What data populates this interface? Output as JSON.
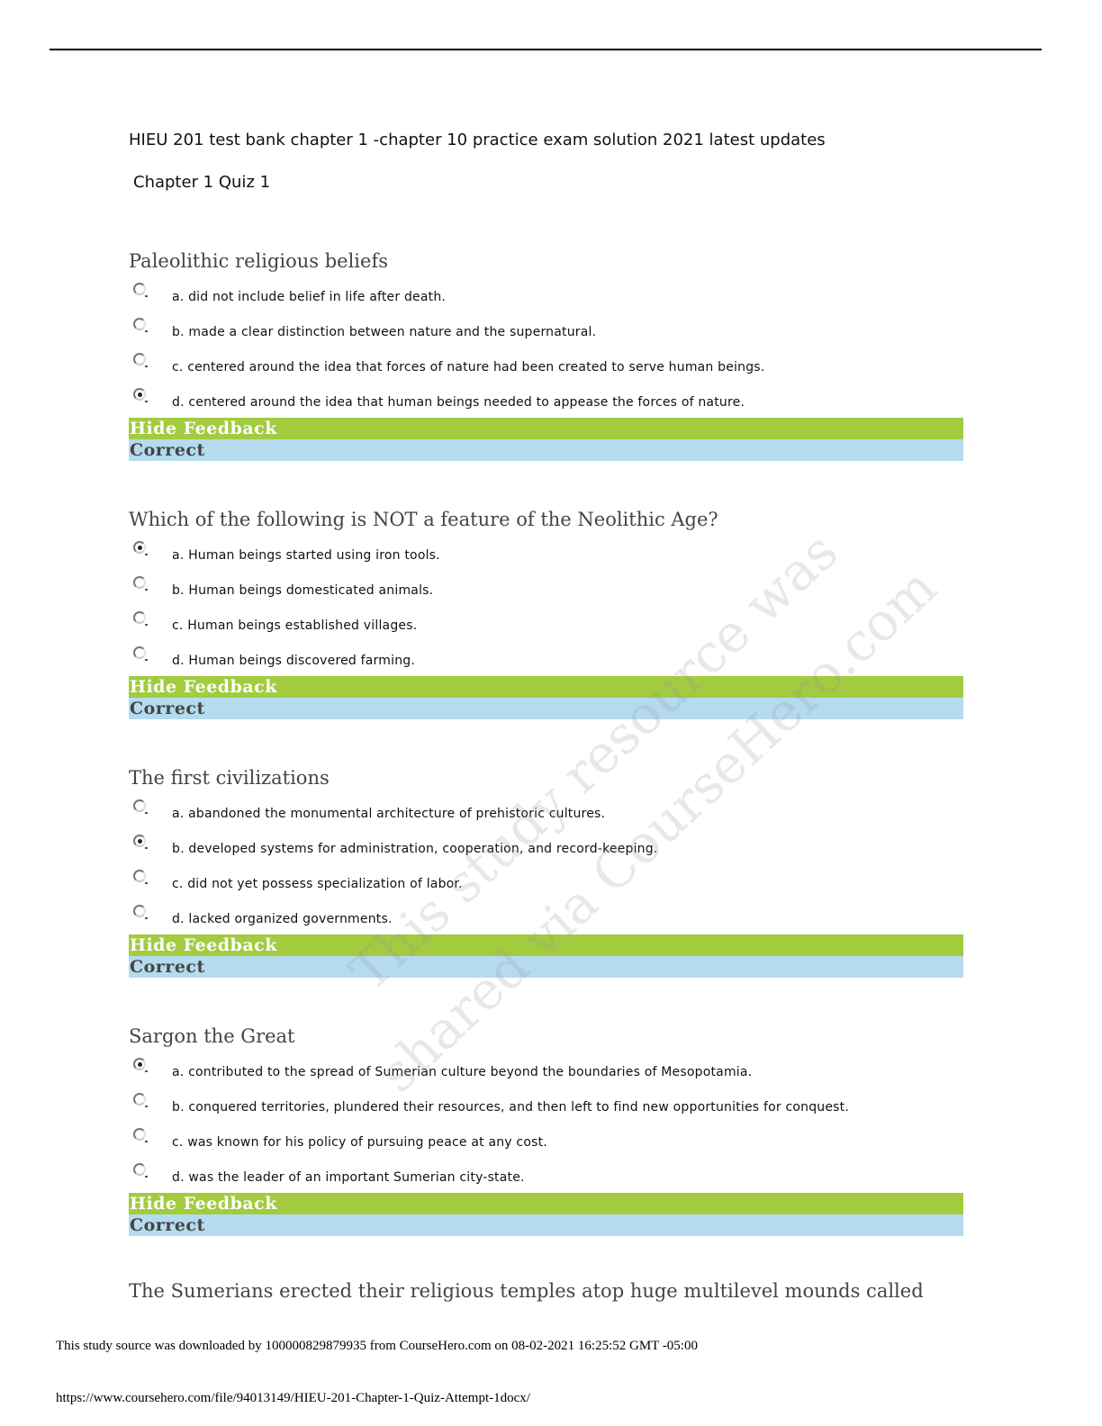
{
  "document": {
    "title": "HIEU 201 test bank chapter 1 -chapter 10 practice exam solution 2021 latest updates",
    "subtitle": "Chapter 1 Quiz 1"
  },
  "questions": [
    {
      "text": "Paleolithic religious beliefs",
      "options": [
        "a. did not include belief in life after death.",
        "b. made a clear distinction between nature and the supernatural.",
        "c. centered around the idea that forces of nature had been created to serve human beings.",
        "d. centered around the idea that human beings needed to appease the forces of nature."
      ],
      "selected_index": 3,
      "feedback_label": "Hide Feedback",
      "result": "Correct"
    },
    {
      "text": "Which of the following is NOT a feature of the Neolithic Age?",
      "options": [
        "a. Human beings started using iron tools.",
        "b. Human beings domesticated animals.",
        "c. Human beings established villages.",
        "d. Human beings discovered farming."
      ],
      "selected_index": 0,
      "feedback_label": "Hide Feedback",
      "result": "Correct"
    },
    {
      "text": "The first civilizations",
      "options": [
        "a. abandoned the monumental architecture of prehistoric cultures.",
        "b. developed systems for administration, cooperation, and record-keeping.",
        "c. did not yet possess specialization of labor.",
        "d. lacked organized governments."
      ],
      "selected_index": 1,
      "feedback_label": "Hide Feedback",
      "result": "Correct"
    },
    {
      "text": "Sargon the Great",
      "options": [
        "a. contributed to the spread of Sumerian culture beyond the boundaries of Mesopotamia.",
        "b. conquered territories, plundered their resources, and then left to find new opportunities for conquest.",
        "c. was known for his policy of pursuing peace at any cost.",
        "d. was the leader of an important Sumerian city-state."
      ],
      "selected_index": 0,
      "feedback_label": "Hide Feedback",
      "result": "Correct"
    }
  ],
  "last_question": "The Sumerians erected their religious temples atop huge multilevel mounds called",
  "watermark": {
    "line1": "This study resource was",
    "line2": "shared via CourseHero.com"
  },
  "footer": {
    "download_note": "This study source was downloaded by 100000829879935 from CourseHero.com on 08-02-2021 16:25:52 GMT -05:00",
    "url": "https://www.coursehero.com/file/94013149/HIEU-201-Chapter-1-Quiz-Attempt-1docx/"
  }
}
